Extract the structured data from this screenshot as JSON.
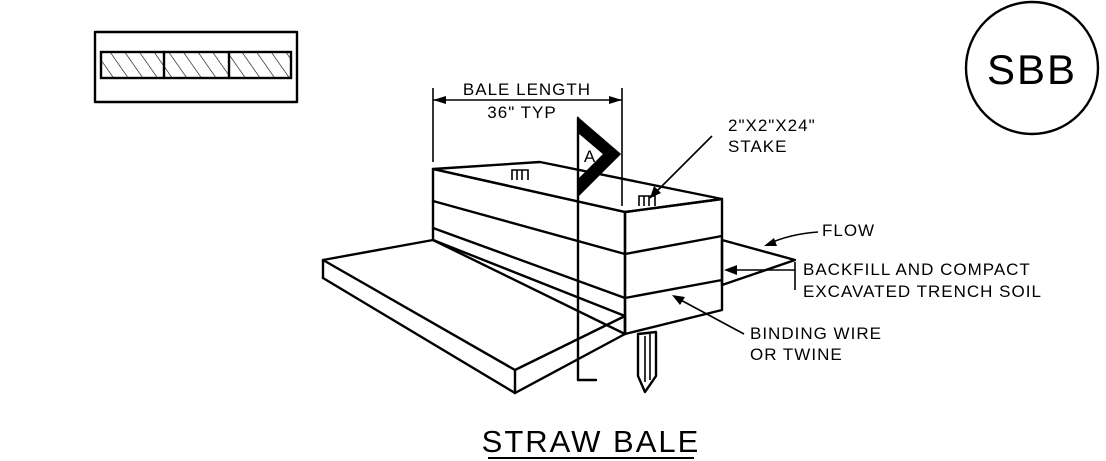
{
  "badge": {
    "code": "SBB"
  },
  "title": "STRAW BALE",
  "labels": {
    "bale_length_line1": "BALE LENGTH",
    "bale_length_line2": "36\" TYP",
    "section_marker": "A",
    "stake_line1": "2\"X2\"X24\"",
    "stake_line2": "STAKE",
    "flow": "FLOW",
    "backfill_line1": "BACKFILL AND COMPACT",
    "backfill_line2": "EXCAVATED TRENCH SOIL",
    "binding_line1": "BINDING WIRE",
    "binding_line2": "OR TWINE"
  },
  "colors": {
    "ink": "#000000",
    "paper": "#ffffff"
  }
}
